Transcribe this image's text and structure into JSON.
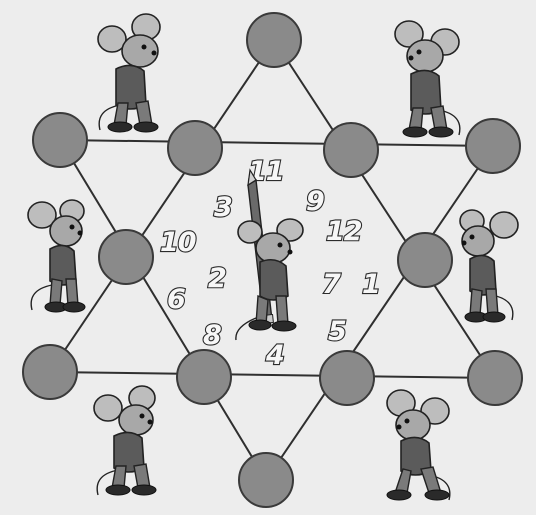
{
  "puzzle": {
    "numbers": [
      "11",
      "9",
      "3",
      "12",
      "10",
      "2",
      "7",
      "1",
      "6",
      "8",
      "5",
      "4"
    ]
  },
  "icons": [
    "mouse-icon",
    "pencil-icon"
  ],
  "colors": {
    "background": "#ededed",
    "node_fill": "#8a8a8a",
    "line": "#2f2f2f"
  }
}
